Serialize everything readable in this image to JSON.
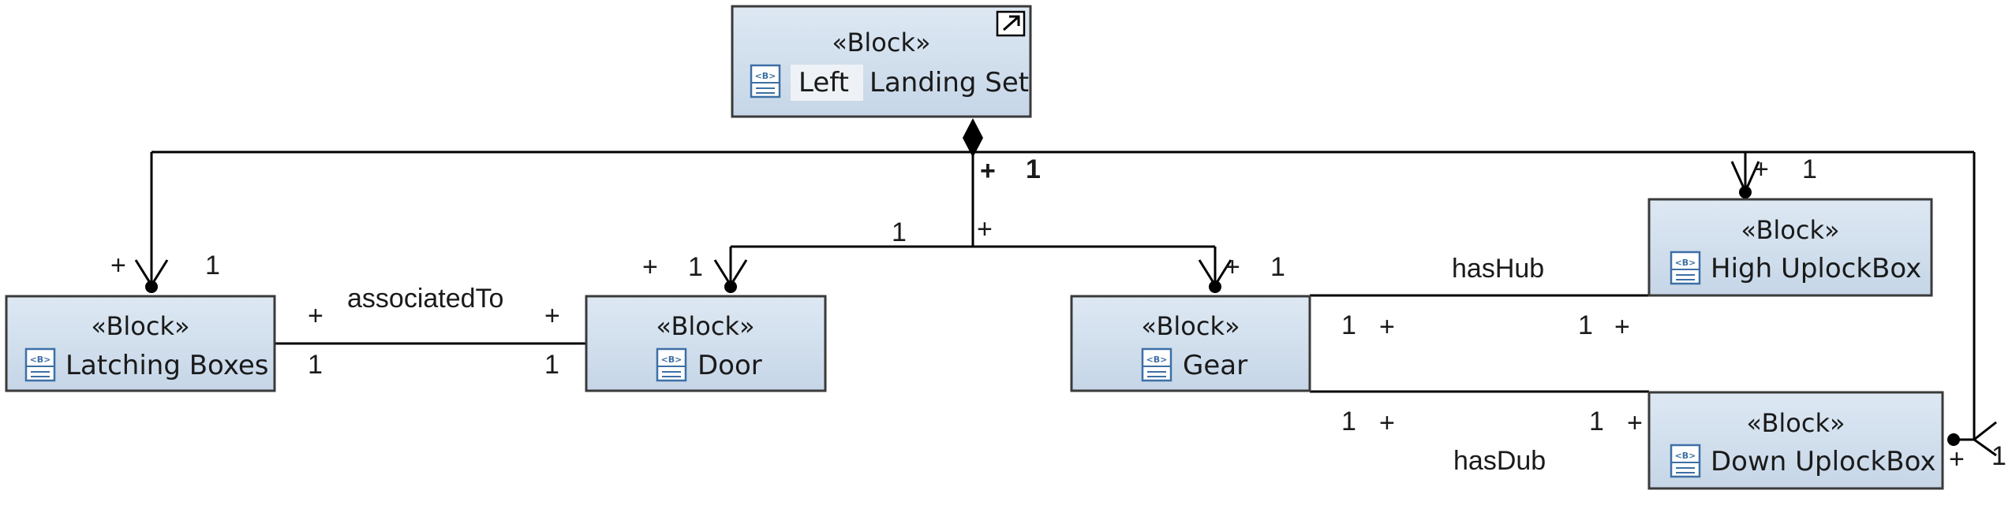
{
  "blocks": {
    "landing_set": {
      "stereotype": "«Block»",
      "name_first": "Left",
      "name_rest": "Landing Set"
    },
    "latching_boxes": {
      "stereotype": "«Block»",
      "name": "Latching Boxes"
    },
    "door": {
      "stereotype": "«Block»",
      "name": "Door"
    },
    "gear": {
      "stereotype": "«Block»",
      "name": "Gear"
    },
    "high_uplock": {
      "stereotype": "«Block»",
      "name": "High UplockBox"
    },
    "down_uplock": {
      "stereotype": "«Block»",
      "name": "Down UplockBox"
    }
  },
  "block_icon_text": "<B>",
  "associations": {
    "associated_to": "associatedTo",
    "has_hub": "hasHub",
    "has_dub": "hasDub"
  },
  "multiplicity": {
    "one": "1",
    "plus": "+"
  },
  "colors": {
    "block_fill_top": "#dde8f3",
    "block_fill_bottom": "#c6d6e7",
    "block_border": "#3a3a3a",
    "line": "#000000",
    "icon_stroke": "#3d6fa5"
  }
}
